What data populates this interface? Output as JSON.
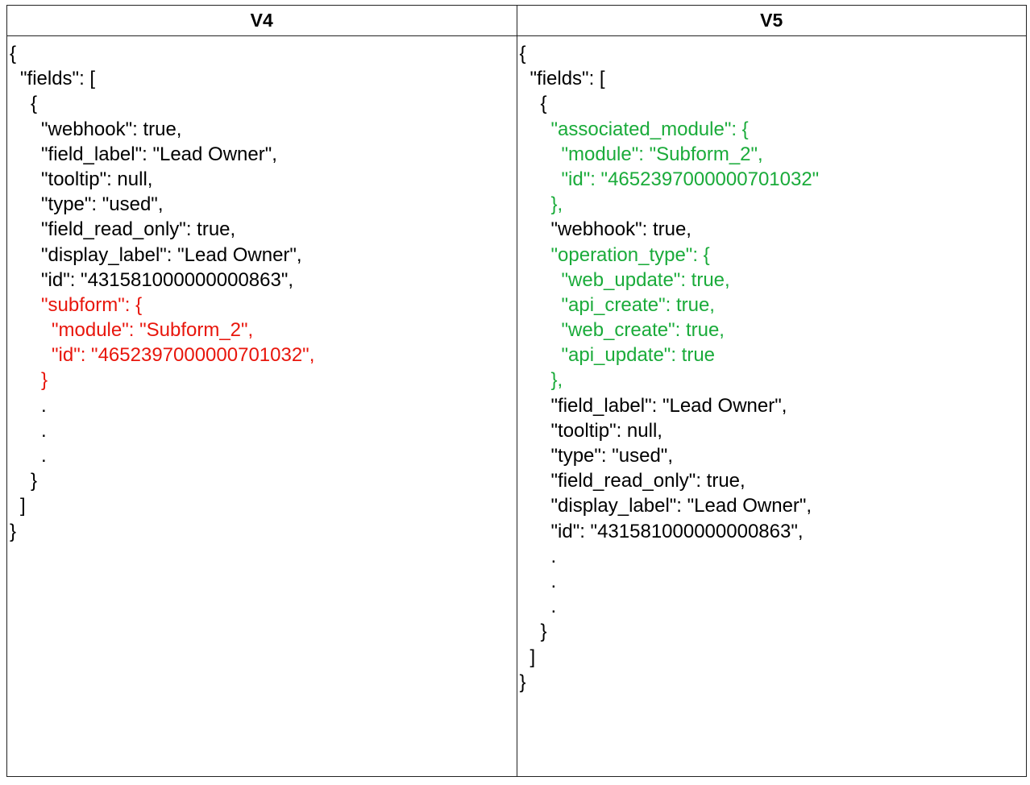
{
  "table": {
    "headers": [
      "V4",
      "V5"
    ]
  },
  "colors": {
    "removed": "#e8160c",
    "added": "#1aab3a",
    "text": "#000000",
    "border": "#222222"
  },
  "v4": {
    "lines": [
      {
        "text": "{",
        "indent": 0,
        "status": "normal"
      },
      {
        "text": "\"fields\": [",
        "indent": 1,
        "status": "normal"
      },
      {
        "text": "{",
        "indent": 2,
        "status": "normal"
      },
      {
        "text": "\"webhook\": true,",
        "indent": 3,
        "status": "normal"
      },
      {
        "text": "\"field_label\": \"Lead Owner\",",
        "indent": 3,
        "status": "normal"
      },
      {
        "text": "\"tooltip\": null,",
        "indent": 3,
        "status": "normal"
      },
      {
        "text": "\"type\": \"used\",",
        "indent": 3,
        "status": "normal"
      },
      {
        "text": "\"field_read_only\": true,",
        "indent": 3,
        "status": "normal"
      },
      {
        "text": "\"display_label\": \"Lead Owner\",",
        "indent": 3,
        "status": "normal"
      },
      {
        "text": "\"id\": \"431581000000000863\",",
        "indent": 3,
        "status": "normal"
      },
      {
        "text": "\"subform\": {",
        "indent": 3,
        "status": "removed"
      },
      {
        "text": "\"module\": \"Subform_2\",",
        "indent": 4,
        "status": "removed"
      },
      {
        "text": "\"id\": \"4652397000000701032\",",
        "indent": 4,
        "status": "removed"
      },
      {
        "text": "}",
        "indent": 3,
        "status": "removed"
      },
      {
        "text": ".",
        "indent": 3,
        "status": "normal"
      },
      {
        "text": ".",
        "indent": 3,
        "status": "normal"
      },
      {
        "text": ".",
        "indent": 3,
        "status": "normal"
      },
      {
        "text": "}",
        "indent": 2,
        "status": "normal"
      },
      {
        "text": "]",
        "indent": 1,
        "status": "normal"
      },
      {
        "text": "}",
        "indent": 0,
        "status": "normal"
      }
    ]
  },
  "v5": {
    "lines": [
      {
        "text": "{",
        "indent": 0,
        "status": "normal"
      },
      {
        "text": "\"fields\": [",
        "indent": 1,
        "status": "normal"
      },
      {
        "text": "{",
        "indent": 2,
        "status": "normal"
      },
      {
        "text": "\"associated_module\": {",
        "indent": 3,
        "status": "added"
      },
      {
        "text": "\"module\": \"Subform_2\",",
        "indent": 4,
        "status": "added"
      },
      {
        "text": "\"id\": \"4652397000000701032\"",
        "indent": 4,
        "status": "added"
      },
      {
        "text": "},",
        "indent": 3,
        "status": "added"
      },
      {
        "text": "\"webhook\": true,",
        "indent": 3,
        "status": "normal"
      },
      {
        "text": "\"operation_type\": {",
        "indent": 3,
        "status": "added"
      },
      {
        "text": "\"web_update\": true,",
        "indent": 4,
        "status": "added"
      },
      {
        "text": "\"api_create\": true,",
        "indent": 4,
        "status": "added"
      },
      {
        "text": "\"web_create\": true,",
        "indent": 4,
        "status": "added"
      },
      {
        "text": "\"api_update\": true",
        "indent": 4,
        "status": "added"
      },
      {
        "text": "},",
        "indent": 3,
        "status": "added"
      },
      {
        "text": "\"field_label\": \"Lead Owner\",",
        "indent": 3,
        "status": "normal"
      },
      {
        "text": "\"tooltip\": null,",
        "indent": 3,
        "status": "normal"
      },
      {
        "text": "\"type\": \"used\",",
        "indent": 3,
        "status": "normal"
      },
      {
        "text": "\"field_read_only\": true,",
        "indent": 3,
        "status": "normal"
      },
      {
        "text": "\"display_label\": \"Lead Owner\",",
        "indent": 3,
        "status": "normal"
      },
      {
        "text": "\"id\": \"431581000000000863\",",
        "indent": 3,
        "status": "normal"
      },
      {
        "text": ".",
        "indent": 3,
        "status": "normal"
      },
      {
        "text": ".",
        "indent": 3,
        "status": "normal"
      },
      {
        "text": ".",
        "indent": 3,
        "status": "normal"
      },
      {
        "text": "}",
        "indent": 2,
        "status": "normal"
      },
      {
        "text": "]",
        "indent": 1,
        "status": "normal"
      },
      {
        "text": "}",
        "indent": 0,
        "status": "normal"
      }
    ]
  }
}
